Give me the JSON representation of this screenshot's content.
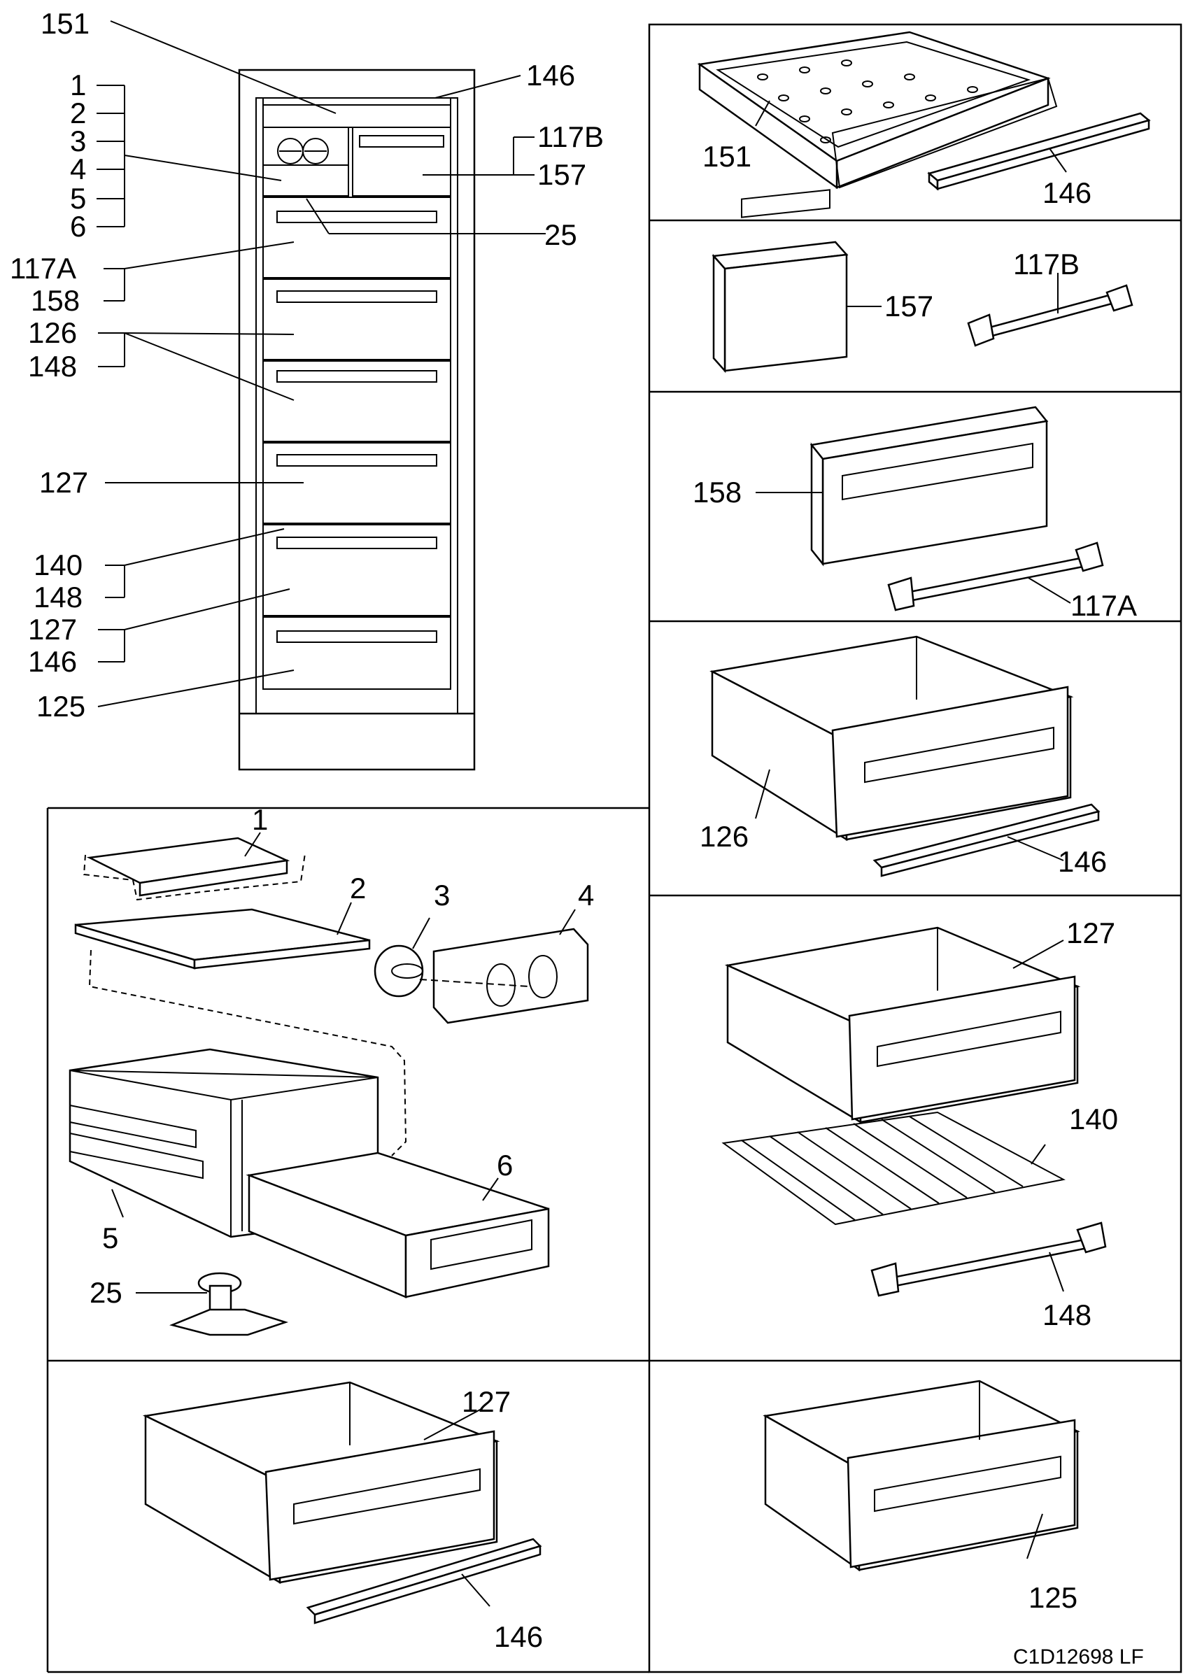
{
  "diagram_code": "C1D12698 LF",
  "labels": {
    "l151": "151",
    "l146": "146",
    "l1": "1",
    "l2": "2",
    "l3": "3",
    "l4": "4",
    "l5": "5",
    "l6": "6",
    "l117B": "117B",
    "l157": "157",
    "l25": "25",
    "l117A": "117A",
    "l158": "158",
    "l126": "126",
    "l148": "148",
    "l127": "127",
    "l140": "140",
    "l125": "125"
  },
  "panels": {
    "p151": {
      "a": "151",
      "b": "146"
    },
    "p157": {
      "a": "157",
      "b": "117B"
    },
    "p158": {
      "a": "158",
      "b": "117A"
    },
    "p126": {
      "a": "126",
      "b": "146"
    },
    "p127": {
      "a": "127",
      "b": "140",
      "c": "148"
    },
    "p125": {
      "a": "125"
    },
    "p127b": {
      "a": "127",
      "b": "146"
    },
    "pctrl": {
      "a": "1",
      "b": "2",
      "c": "3",
      "d": "4",
      "e": "5",
      "f": "6",
      "g": "25"
    }
  }
}
